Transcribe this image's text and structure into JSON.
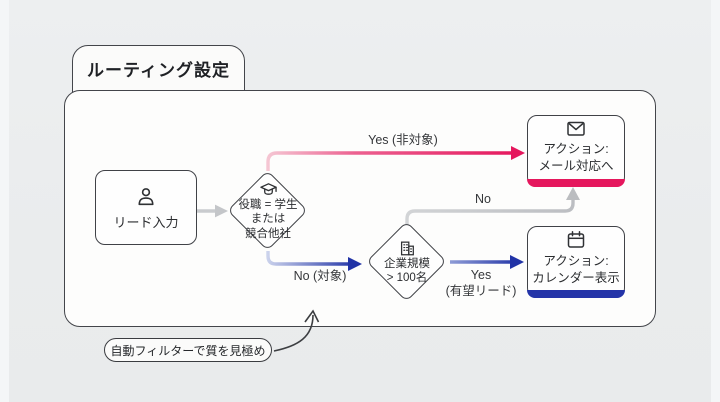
{
  "window": {
    "title": "ルーティング設定"
  },
  "colors": {
    "background": "#ebedee",
    "panel_background": "#fdfdfc",
    "outline": "#43454a",
    "connector_gray": "#c7c9cb",
    "accent_pink": "#e5175d",
    "accent_pink_light": "#f5c6d3",
    "accent_blue": "#2434a8",
    "accent_blue_light": "#ccd3ec",
    "text": "#2b2d30"
  },
  "flow": {
    "lead_input": {
      "label": "リード入力"
    },
    "decision_role": {
      "line1": "役職 = 学生",
      "line2": "または",
      "line3": "競合他社"
    },
    "decision_company_size": {
      "line1": "企業規模",
      "line2": "> 100名"
    },
    "action_email": {
      "line1": "アクション:",
      "line2": "メール対応へ"
    },
    "action_calendar": {
      "line1": "アクション:",
      "line2": "カレンダー表示"
    },
    "edge_labels": {
      "yes_excluded": "Yes (非対象)",
      "no_target": "No (対象)",
      "no": "No",
      "yes_promising_line1": "Yes",
      "yes_promising_line2": "(有望リード)"
    }
  },
  "annotation": {
    "text": "自動フィルターで質を見極め"
  }
}
